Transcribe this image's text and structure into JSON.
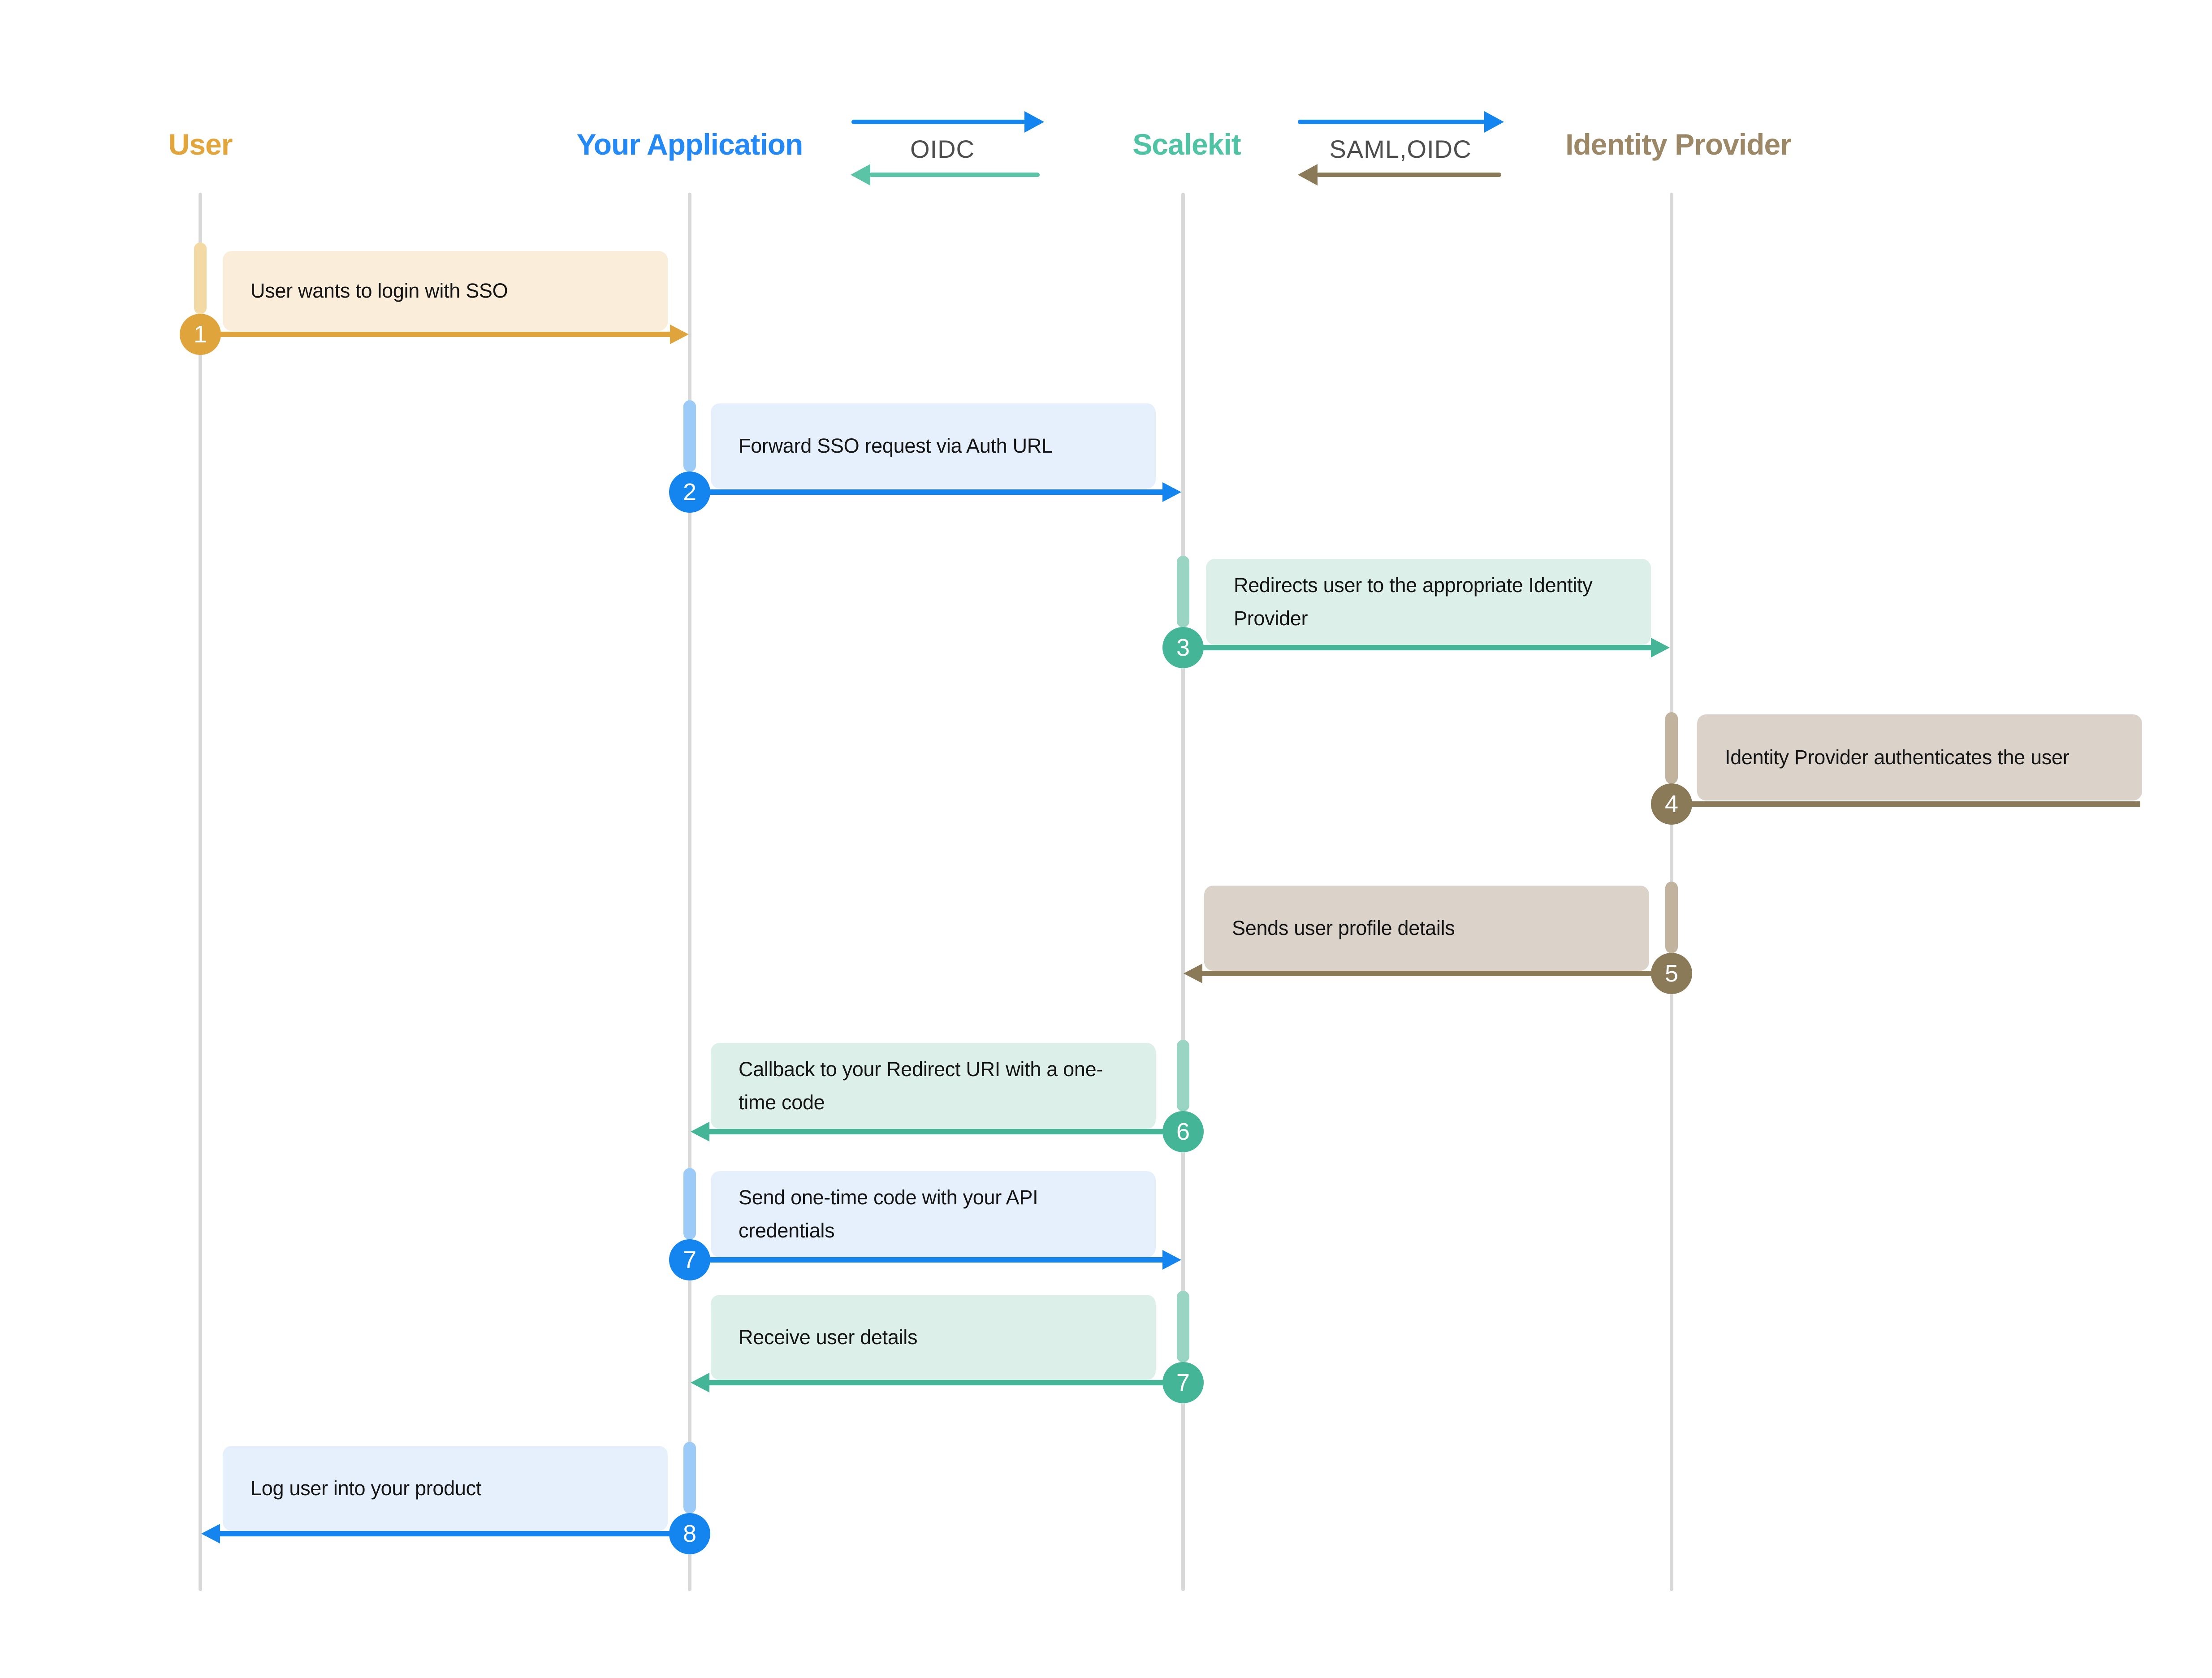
{
  "diagram": {
    "actors": [
      {
        "label": "User",
        "color": "#E2A53C"
      },
      {
        "label": "Your Application",
        "color": "#2489F5"
      },
      {
        "label": "Scalekit",
        "color": "#50C3A5"
      },
      {
        "label": "Identity Provider",
        "color": "#9C8767"
      }
    ],
    "protocols": [
      {
        "label": "OIDC",
        "between": [
          "Your Application",
          "Scalekit"
        ],
        "forward_arrow_color": "#1485EE",
        "return_arrow_color": "#5BC4A7"
      },
      {
        "label": "SAML,OIDC",
        "between": [
          "Scalekit",
          "Identity Provider"
        ],
        "forward_arrow_color": "#1485EE",
        "return_arrow_color": "#8B7A58"
      }
    ],
    "steps": [
      {
        "num": "1",
        "label": "User wants to login with SSO",
        "from": "User",
        "to": "Your Application",
        "theme": "gold"
      },
      {
        "num": "2",
        "label": "Forward SSO request via Auth URL",
        "from": "Your Application",
        "to": "Scalekit",
        "theme": "blue"
      },
      {
        "num": "3",
        "label": "Redirects user to the appropriate Identity Provider",
        "from": "Scalekit",
        "to": "Identity Provider",
        "theme": "teal"
      },
      {
        "num": "4",
        "label": "Identity Provider authenticates the user",
        "from": "Identity Provider",
        "to": "Identity Provider",
        "theme": "taupe"
      },
      {
        "num": "5",
        "label": "Sends user profile details",
        "from": "Identity Provider",
        "to": "Scalekit",
        "theme": "taupe"
      },
      {
        "num": "6",
        "label": "Callback to your Redirect URI with a one-time code",
        "from": "Scalekit",
        "to": "Your Application",
        "theme": "teal"
      },
      {
        "num": "7",
        "label": "Send one-time code with your API credentials",
        "from": "Your Application",
        "to": "Scalekit",
        "theme": "blue"
      },
      {
        "num": "7",
        "label": "Receive user details",
        "from": "Scalekit",
        "to": "Your Application",
        "theme": "teal"
      },
      {
        "num": "8",
        "label": "Log user into your product",
        "from": "Your Application",
        "to": "User",
        "theme": "blue"
      }
    ],
    "theme_colors": {
      "gold": "#E0A43C",
      "blue": "#1485EE",
      "teal": "#45B598",
      "taupe": "#8B7A58"
    }
  }
}
